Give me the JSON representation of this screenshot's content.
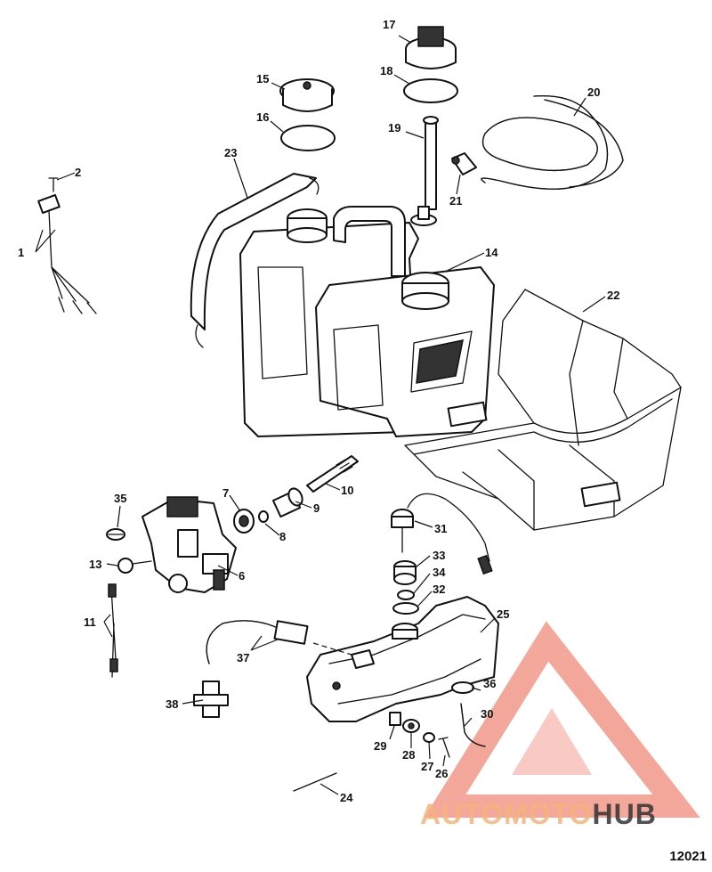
{
  "diagram": {
    "figure_code": "12021",
    "callouts": [
      "1",
      "2",
      "6",
      "7",
      "8",
      "9",
      "10",
      "11",
      "13",
      "14",
      "15",
      "16",
      "17",
      "18",
      "19",
      "20",
      "21",
      "22",
      "23",
      "24",
      "25",
      "26",
      "27",
      "28",
      "29",
      "30",
      "31",
      "32",
      "33",
      "34",
      "35",
      "36",
      "37",
      "38"
    ]
  },
  "watermark": {
    "logo_part1": "AUTOMOTO",
    "logo_part2": "HUB",
    "color_primary": "#f08a7a",
    "color_accent": "#f5b57d",
    "color_dark": "#333333"
  }
}
